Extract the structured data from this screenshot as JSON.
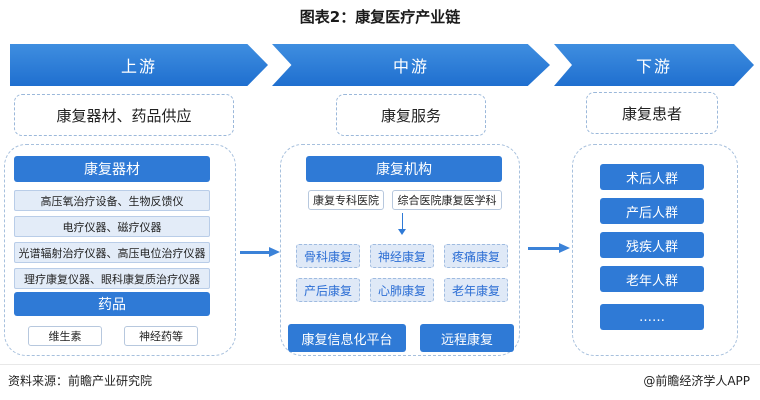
{
  "title": "图表2：康复医疗产业链",
  "stages": {
    "upstream": "上游",
    "midstream": "中游",
    "downstream": "下游"
  },
  "upstream": {
    "header": "康复器材、药品供应",
    "equipment_title": "康复器材",
    "equipment_items": [
      "高压氧治疗设备、生物反馈仪",
      "电疗仪器、磁疗仪器",
      "光谱辐射治疗仪器、高压电位治疗仪器",
      "理疗康复仪器、眼科康复质治疗仪器"
    ],
    "drugs_title": "药品",
    "drug_items": [
      "维生素",
      "神经药等"
    ]
  },
  "midstream": {
    "header": "康复服务",
    "institutions_title": "康复机构",
    "institution_types": [
      "康复专科医院",
      "综合医院康复医学科"
    ],
    "departments": [
      "骨科康复",
      "神经康复",
      "疼痛康复",
      "产后康复",
      "心肺康复",
      "老年康复"
    ],
    "platform": "康复信息化平台",
    "remote": "远程康复"
  },
  "downstream": {
    "header": "康复患者",
    "groups": [
      "术后人群",
      "产后人群",
      "残疾人群",
      "老年人群",
      "……"
    ]
  },
  "footer": {
    "source": "资料来源：前瞻产业研究院",
    "credit": "@前瞻经济学人APP"
  },
  "colors": {
    "accent": "#2f7ad6",
    "light": "#e3ecf8"
  }
}
